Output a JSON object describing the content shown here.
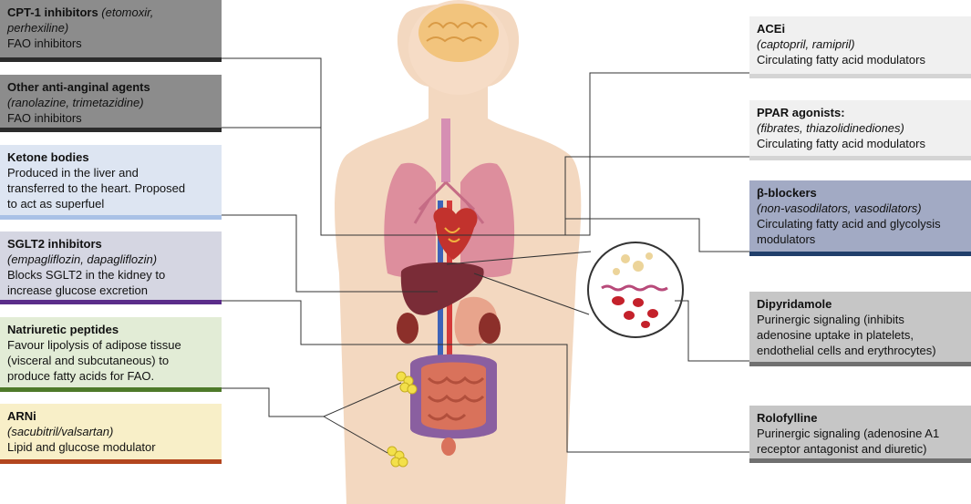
{
  "left_boxes": [
    {
      "title": "CPT-1 inhibitors",
      "title_italic": " (etomoxir,",
      "lines_italic": [
        "perhexiline)"
      ],
      "lines": [
        "FAO inhibitors"
      ],
      "bg": "#8c8c8c",
      "bar": "#2b2b2b"
    },
    {
      "title": "Other anti-anginal agents",
      "title_italic": "",
      "lines_italic": [
        "(ranolazine, trimetazidine)"
      ],
      "lines": [
        "FAO inhibitors"
      ],
      "bg": "#8c8c8c",
      "bar": "#2b2b2b"
    },
    {
      "title": "Ketone bodies",
      "title_italic": "",
      "lines_italic": [],
      "lines": [
        "Produced in the liver and",
        "transferred to the heart. Proposed",
        "to act as superfuel"
      ],
      "bg": "#dde5f2",
      "bar": "#a9c1e6"
    },
    {
      "title": "SGLT2 inhibitors",
      "title_italic": "",
      "lines_italic": [
        "(empagliflozin, dapagliflozin)"
      ],
      "lines": [
        "Blocks SGLT2 in the kidney to",
        "increase glucose excretion"
      ],
      "bg": "#d5d6e2",
      "bar": "#5b2d8a"
    },
    {
      "title": "Natriuretic peptides",
      "title_italic": "",
      "lines_italic": [],
      "lines": [
        "Favour lipolysis of adipose tissue",
        "(visceral and subcutaneous) to",
        "produce fatty acids for FAO."
      ],
      "bg": "#e2ecd6",
      "bar": "#4e7a2a"
    },
    {
      "title": "ARNi",
      "title_italic": "",
      "lines_italic": [
        "(sacubitril/valsartan)"
      ],
      "lines": [
        "Lipid and glucose modulator"
      ],
      "bg": "#f8efc8",
      "bar": "#b3461f"
    }
  ],
  "right_boxes": [
    {
      "title": "ACEi",
      "lines_italic": [
        "(captopril, ramipril)"
      ],
      "lines": [
        "Circulating fatty acid modulators"
      ],
      "bg": "#f0f0f0",
      "bar": "#d4d4d4"
    },
    {
      "title": "PPAR agonists:",
      "lines_italic": [
        "(fibrates, thiazolidinediones)"
      ],
      "lines": [
        "Circulating fatty acid modulators"
      ],
      "bg": "#f0f0f0",
      "bar": "#d4d4d4"
    },
    {
      "title": "β-blockers",
      "lines_italic": [
        "(non-vasodilators, vasodilators)"
      ],
      "lines": [
        "Circulating fatty acid and glycolysis",
        "modulators"
      ],
      "bg": "#a2aac4",
      "bar": "#213f6b"
    },
    {
      "title": "Dipyridamole",
      "lines_italic": [],
      "lines": [
        "Purinergic signaling (inhibits",
        "adenosine uptake in platelets,",
        "endothelial cells and erythrocytes)"
      ],
      "bg": "#c6c6c6",
      "bar": "#707070"
    },
    {
      "title": "Rolofylline",
      "lines_italic": [],
      "lines": [
        "Purinergic signaling (adenosine A1",
        "receptor antagonist and diuretic)"
      ],
      "bg": "#c6c6c6",
      "bar": "#707070"
    }
  ]
}
